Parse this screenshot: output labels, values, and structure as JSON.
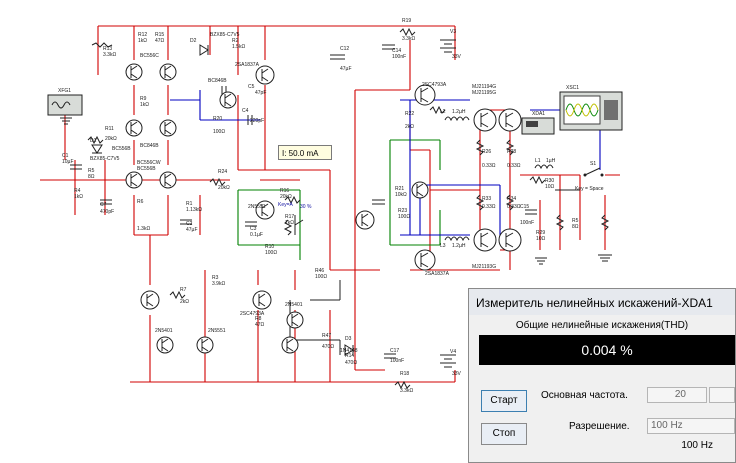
{
  "schematic": {
    "labels": {
      "r13": "R13",
      "r13v": "3.3kΩ",
      "r19": "R19",
      "r19v": "3.3kΩ",
      "r12": "R12",
      "r12v": "1kΩ",
      "r15": "R15",
      "r15v": "47Ω",
      "r2": "R2",
      "r2v": "1.5kΩ",
      "r11": "R11",
      "r11v": "20kΩ",
      "r9": "R9",
      "r9v": "1kΩ",
      "r6": "R6",
      "r6v": "1.3kΩ",
      "r1": "R1",
      "r1v": "1.13kΩ",
      "r3": "R3",
      "r3v": "3.9kΩ",
      "r7": "R7",
      "r7v": "2kΩ",
      "r8": "R8",
      "r8v": "47Ω",
      "r10": "R10",
      "r10v": "100Ω",
      "r14": "R14",
      "r14v": "470Ω",
      "r18": "R18",
      "r18v": "3.3kΩ",
      "r20": "R20",
      "r20v": "100Ω",
      "r22": "R22",
      "r22v": "2kΩ",
      "r24": "R24",
      "r24v": "20kΩ",
      "r26": "R26",
      "r26v": "0.33Ω",
      "r28": "R28",
      "r28v": "0.33Ω",
      "r29": "R29",
      "r29v": "10Ω",
      "r30": "R30",
      "r30v": "10Ω",
      "r33": "R33",
      "r33v": "0.33Ω",
      "r34": "R34",
      "r34v": "0.33Ω",
      "r46": "R46",
      "r46v": "100Ω",
      "r47": "R47",
      "r47v": "470Ω",
      "r4": "R4",
      "r4v": "1kΩ",
      "r5": "R5",
      "r5v": "8Ω",
      "r16": "R16",
      "r16v": "20kΩ",
      "r17": "R17",
      "r17v": "1kΩ",
      "r21": "R21",
      "r21v": "10kΩ",
      "r23": "R23",
      "r23v": "100Ω",
      "c1": "C1",
      "c1v": "10µF",
      "c2": "C2",
      "c2v": "47µF",
      "c3": "C3",
      "c3v": "0.1µF",
      "c4": "C4",
      "c4v": "220pF",
      "c5": "C5",
      "c5v": "47pF",
      "c7": "C7",
      "c7v": "470pF",
      "c12": "C12",
      "c12v": "47µF",
      "c14": "C14",
      "c14v": "100nF",
      "c15": "C15",
      "c15v": "100nF",
      "c17": "C17",
      "c17v": "100nF",
      "v3": "V3",
      "v3v": "33V",
      "v4": "V4",
      "v4v": "33V",
      "xfg1": "XFG1",
      "xda1": "XDA1",
      "xsc1": "XSC1",
      "s1": "S1",
      "s1key": "Key = Space",
      "l1": "L1",
      "l1v": "1µH",
      "l2": "L2",
      "l2v": "1.2µH",
      "l3": "L3",
      "l3v": "1.2µH",
      "d1": "D1",
      "d1v": "BZX85-C7V5",
      "d2": "D2",
      "d2v": "BZX85-C7V5",
      "d3": "D3",
      "d3v": "1N4148",
      "q1q2": "BC556C",
      "q3": "BC556B",
      "q4": "BC846B",
      "q5": "BC556CW",
      "q6": "BC556B",
      "q7": "2SA1837A",
      "q8": "BC846B",
      "q9": "2N5551",
      "q10": "2SC4793A",
      "q11": "MJ21194G",
      "q12": "MJ21195G",
      "q13": "2SC4793A",
      "q14": "2SA1837A",
      "q15": "MJ21193G",
      "q16": "2N5401",
      "q17": "2N5551",
      "q18": "2N5401",
      "pot": "30 %",
      "potkey": "Key=A",
      "r5b": "R5",
      "r5bv": "8Ω"
    }
  },
  "probe": {
    "label": "I: 50.0 mA"
  },
  "xda_window": {
    "title": "Измеритель нелинейных искажений-XDA1",
    "thd_label": "Общие нелинейные искажения(THD)",
    "thd_value": "0.004 %",
    "start_button": "Старт",
    "stop_button": "Стоп",
    "frequency_label": "Основная частота.",
    "frequency_value": "20",
    "resolution_label": "Разрешение.",
    "resolution_selected": "100 Hz",
    "resolution_value": "100 Hz"
  }
}
